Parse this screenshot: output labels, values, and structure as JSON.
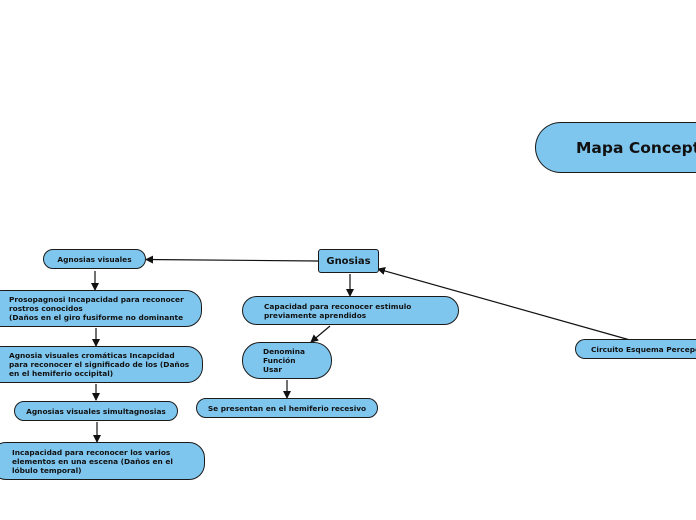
{
  "map": {
    "title": "Mapa Conceptual\nGnosias y Praxias",
    "nodes": {
      "gnosias": "Gnosias",
      "agnosias_visuales": "Agnosias visuales",
      "prosopagnosia": "Prosopagnosi Incapacidad para reconocer\nrostros conocidos\n(Daños en el giro fusiforme no dominante",
      "agnosia_cromatica": "Agnosia visuales cromáticas Incapcidad\npara reconocer el significado de los (Daños\nen el hemiferio occipital)",
      "simultagnosias": "Agnosias visuales simultagnosias",
      "incapacidad_escena": "Incapacidad para reconocer los varios\nelementos en una escena (Daños en el\nlóbulo temporal)",
      "capacidad": "Capacidad para reconocer estimulo\npreviamente aprendidos",
      "denomina": "Denomina\nFunción\nUsar",
      "hemisferio": "Se presentan en el hemiferio recesivo",
      "circuito": "Circuito Esquema Percepcion"
    }
  },
  "colors": {
    "node_fill": "#7fc6ee",
    "node_border": "#1a1a1a",
    "connector": "#111111"
  }
}
